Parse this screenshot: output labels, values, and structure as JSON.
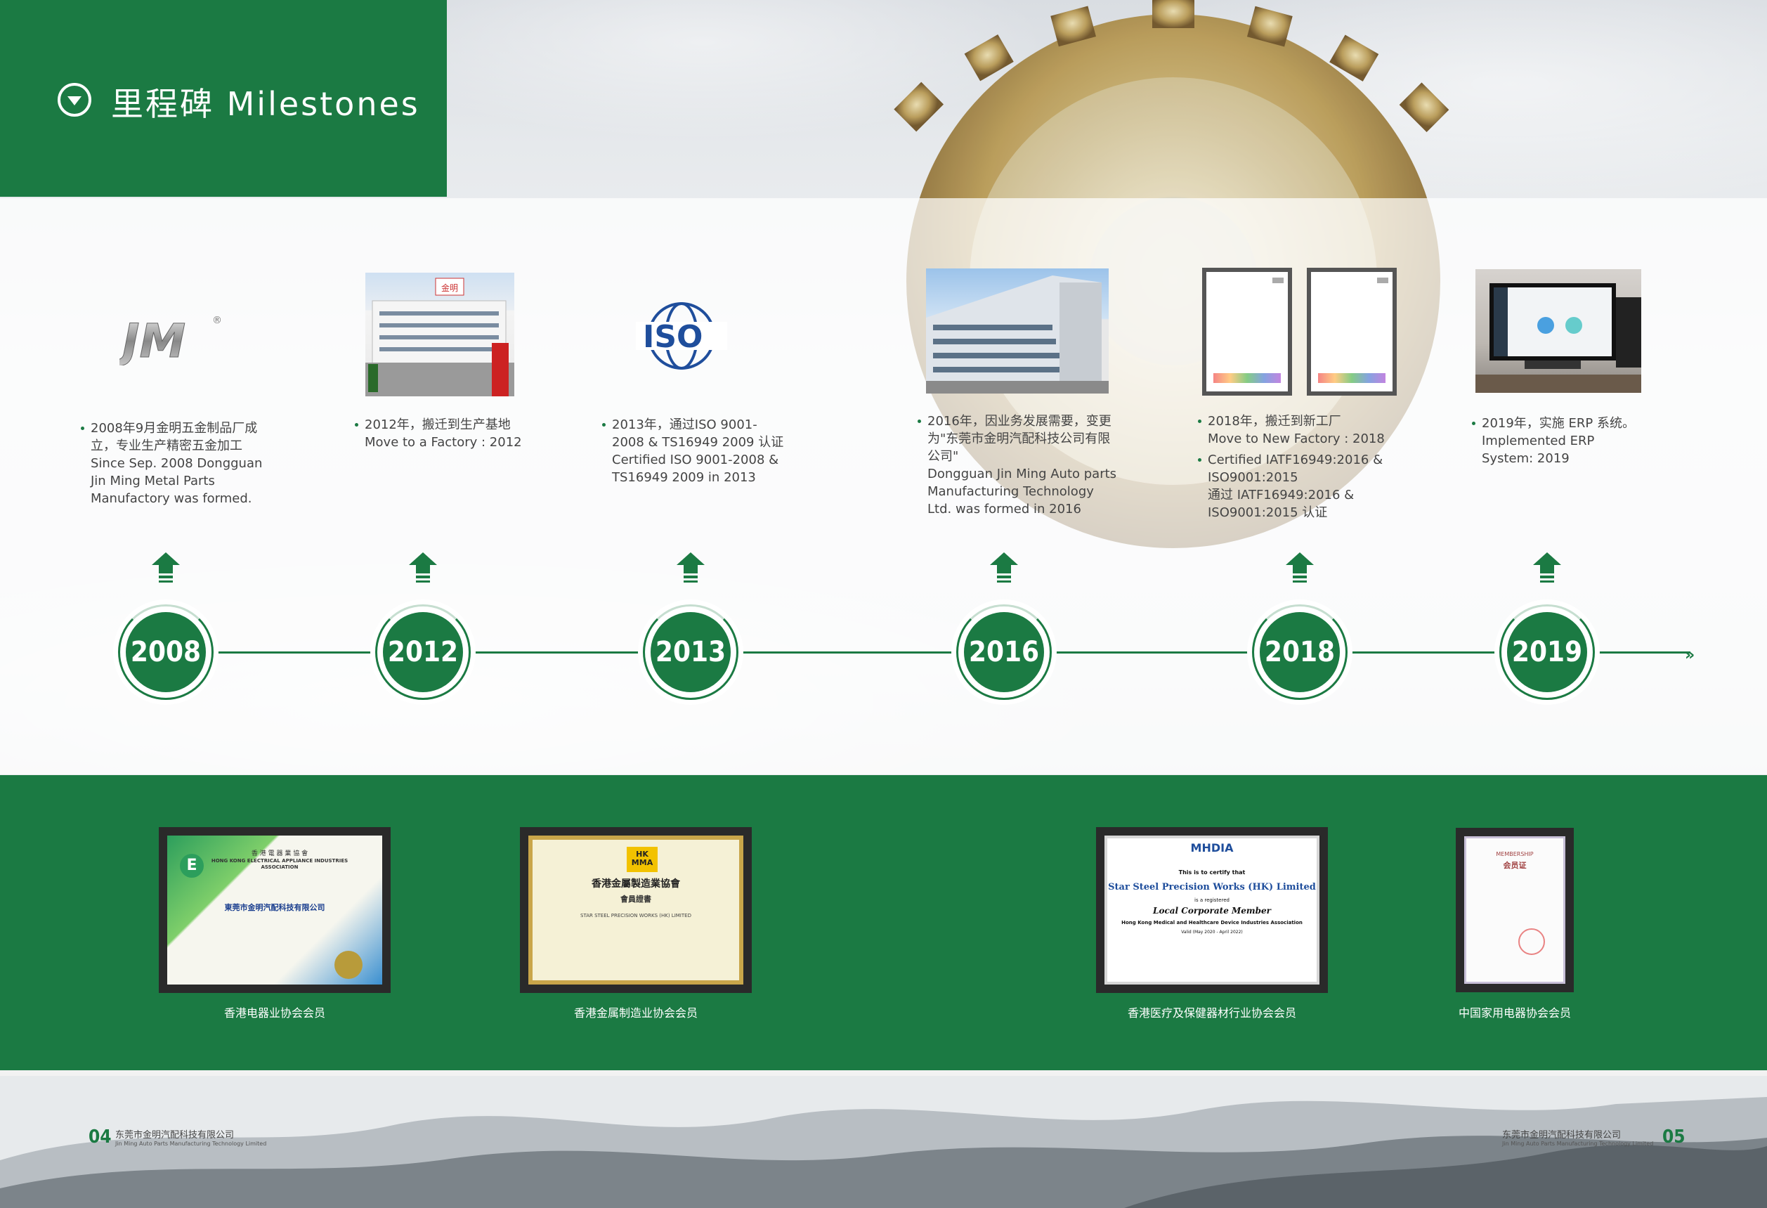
{
  "header": {
    "title": "里程碑 Milestones"
  },
  "colors": {
    "brand_green": "#1b7a43",
    "text_gray": "#444444"
  },
  "milestones": [
    {
      "year": "2008",
      "image": "jm-logo",
      "lines": [
        "2008年9月金明五金制品厂成",
        "立，专业生产精密五金加工",
        "Since Sep. 2008 Dongguan",
        "Jin Ming Metal Parts",
        "Manufactory was formed."
      ]
    },
    {
      "year": "2012",
      "image": "factory-photo",
      "lines": [
        "2012年，搬迁到生产基地",
        "Move to a Factory : 2012"
      ]
    },
    {
      "year": "2013",
      "image": "iso-logo",
      "lines": [
        "2013年，通过ISO 9001-",
        "2008 & TS16949 2009 认证",
        "Certified ISO 9001-2008 &",
        "TS16949 2009 in 2013"
      ]
    },
    {
      "year": "2016",
      "image": "building-photo",
      "lines": [
        "2016年，因业务发展需要，变更",
        "为\"东莞市金明汽配科技公司有限",
        "公司\"",
        "Dongguan Jin Ming Auto parts",
        "Manufacturing Technology",
        "Ltd. was formed in 2016"
      ]
    },
    {
      "year": "2018",
      "image": "certificates",
      "lines1": [
        "2018年，搬迁到新工厂",
        "Move to New Factory : 2018"
      ],
      "lines2": [
        "Certified IATF16949:2016 &",
        "ISO9001:2015",
        "通过 IATF16949:2016 &",
        "ISO9001:2015 认证"
      ]
    },
    {
      "year": "2019",
      "image": "erp-monitor-photo",
      "lines": [
        "2019年，实施 ERP 系统。",
        "Implemented ERP",
        "System: 2019"
      ]
    }
  ],
  "logos": {
    "jm": "JM",
    "jm_reg": "®",
    "iso": "ISO",
    "factory_sign": "金明"
  },
  "certificates": [
    {
      "caption": "香港电器业协会会员",
      "org_cn": "香 港 電 器 業 協 會",
      "org_en": "HONG KONG ELECTRICAL APPLIANCE INDUSTRIES ASSOCIATION",
      "member": "東莞市金明汽配科技有限公司"
    },
    {
      "caption": "香港金属制造业协会会员",
      "badge": "HK MMA",
      "org_cn": "香港金屬製造業協會",
      "title_cn": "會員證書",
      "member": "STAR STEEL PRECISION WORKS (HK) LIMITED"
    },
    {
      "caption": "香港医疗及保健器材行业协会会员",
      "badge": "MHDIA",
      "line1": "This is to certify that",
      "member": "Star Steel Precision Works (HK) Limited",
      "line2": "is a registered",
      "grade": "Local Corporate Member",
      "line3": "Hong Kong Medical and Healthcare Device Industries Association",
      "valid": "Valid (May 2020 - April 2022)"
    },
    {
      "caption": "中国家用电器协会会员",
      "title_en": "MEMBERSHIP",
      "title_cn": "会员证"
    }
  ],
  "footer": {
    "left_page": "04",
    "right_page": "05",
    "company_cn": "东莞市金明汽配科技有限公司",
    "company_en": "Jin Ming Auto Parts Manufacturing Technology Limited"
  }
}
